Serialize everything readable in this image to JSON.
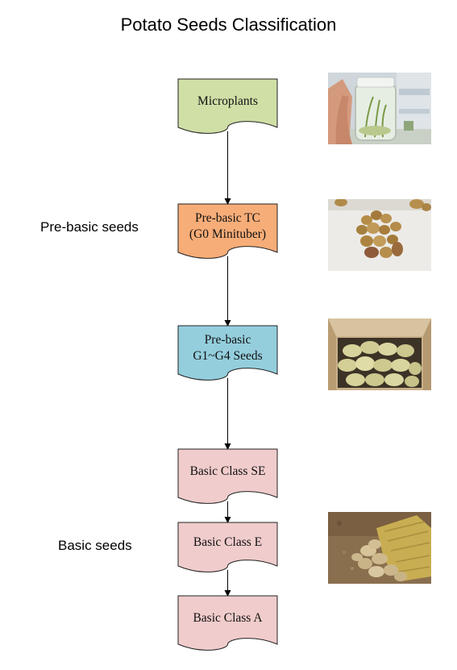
{
  "title": "Potato Seeds Classification",
  "categories": {
    "pre_basic": "Pre-basic seeds",
    "basic": "Basic seeds"
  },
  "nodes": [
    {
      "id": "microplants",
      "lines": [
        "Microplants"
      ],
      "color": "#cfdfa6"
    },
    {
      "id": "pre-basic-tc",
      "lines": [
        "Pre-basic TC",
        "(G0 Minituber)"
      ],
      "color": "#f7ad78"
    },
    {
      "id": "pre-basic-g1-g4",
      "lines": [
        "Pre-basic",
        "G1~G4 Seeds"
      ],
      "color": "#94cedd"
    },
    {
      "id": "basic-class-se",
      "lines": [
        "Basic Class SE"
      ],
      "color": "#f0cccc"
    },
    {
      "id": "basic-class-e",
      "lines": [
        "Basic Class E"
      ],
      "color": "#f0cccc"
    },
    {
      "id": "basic-class-a",
      "lines": [
        "Basic Class A"
      ],
      "color": "#f0cccc"
    }
  ],
  "photos": [
    {
      "id": "microplant-jar-photo"
    },
    {
      "id": "minituber-pile-photo"
    },
    {
      "id": "seed-box-photo"
    },
    {
      "id": "field-sack-photo"
    }
  ]
}
